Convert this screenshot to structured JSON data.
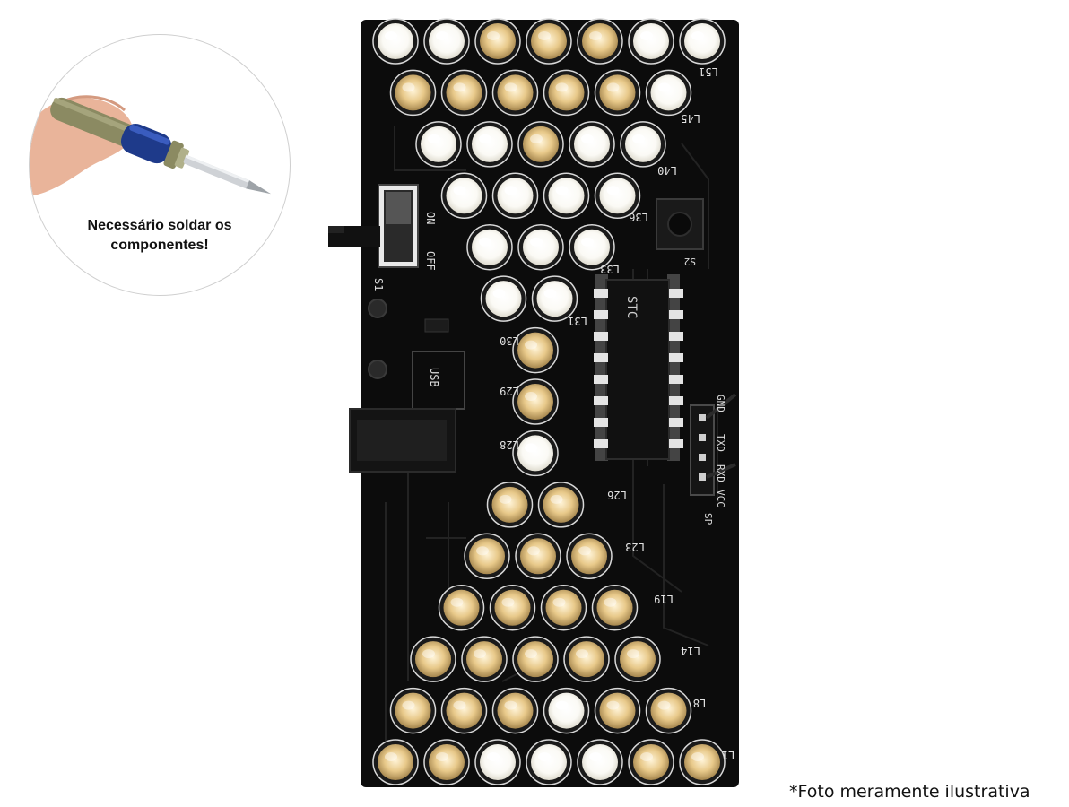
{
  "inset": {
    "caption_line1": "Necessário soldar os",
    "caption_line2": "componentes!"
  },
  "footnote": "*Foto meramente ilustrativa",
  "board": {
    "color": "#0c0c0c",
    "led_warm_color": "#e8c98a",
    "led_bright_color": "#fbfaf5",
    "silkscreen": {
      "switch_on": "ON",
      "switch_off": "OFF",
      "switch_ref": "S1",
      "usb": "USB",
      "button_ref": "S2",
      "chip_brand": "STC",
      "header_pins": [
        "GND",
        "TXD",
        "RXD",
        "VCC"
      ],
      "header_ref": "SP",
      "led_refs": [
        "L51",
        "L45",
        "L40",
        "L36",
        "L33",
        "L31",
        "L30",
        "L29",
        "L28",
        "L26",
        "L23",
        "L19",
        "L14",
        "L8",
        "L1"
      ]
    },
    "led_rows": [
      {
        "count": 7,
        "bright": [
          0,
          1,
          5,
          6
        ]
      },
      {
        "count": 6,
        "bright": [
          5
        ]
      },
      {
        "count": 5,
        "bright": [
          0,
          1,
          3,
          4
        ]
      },
      {
        "count": 4,
        "bright": [
          0,
          1,
          2,
          3
        ]
      },
      {
        "count": 3,
        "bright": [
          0,
          1,
          2
        ]
      },
      {
        "count": 2,
        "bright": [
          0,
          1
        ]
      },
      {
        "count": 1,
        "bright": []
      },
      {
        "count": 1,
        "bright": []
      },
      {
        "count": 1,
        "bright": [
          0
        ]
      },
      {
        "count": 2,
        "bright": []
      },
      {
        "count": 3,
        "bright": []
      },
      {
        "count": 4,
        "bright": []
      },
      {
        "count": 5,
        "bright": []
      },
      {
        "count": 6,
        "bright": [
          3
        ]
      },
      {
        "count": 7,
        "bright": [
          2,
          3,
          4
        ]
      }
    ]
  }
}
